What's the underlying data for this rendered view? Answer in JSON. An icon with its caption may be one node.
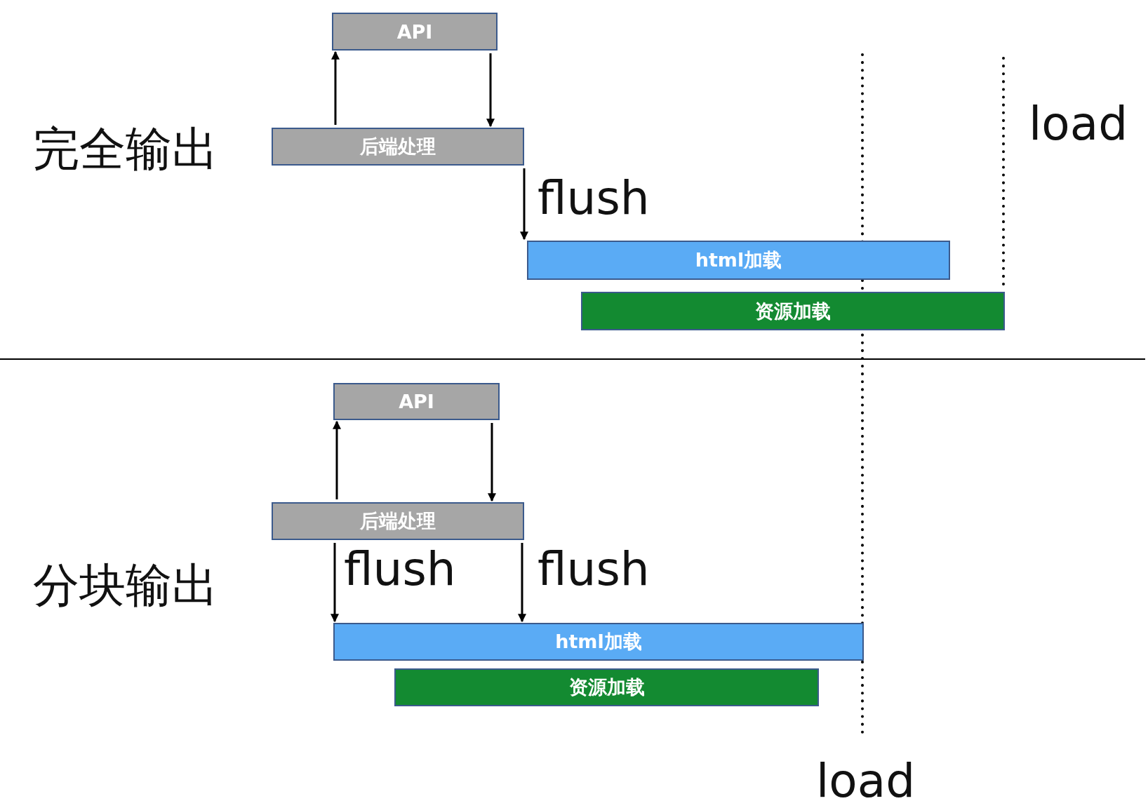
{
  "diagram": {
    "nodes": [
      {
        "text": [
          "API"
        ]
      },
      {
        "text": [
          "后端处理"
        ]
      },
      {
        "text": [
          "html加载"
        ]
      },
      {
        "text": [
          "资源加载"
        ]
      },
      {
        "text": [
          "API"
        ]
      },
      {
        "text": [
          "后端处理"
        ]
      },
      {
        "text": [
          "html加载"
        ]
      },
      {
        "text": [
          "资源加载"
        ]
      }
    ],
    "edges": [
      {
        "from": 1,
        "to": 0,
        "arrow": "to"
      },
      {
        "from": 0,
        "to": 1,
        "arrow": "to"
      },
      {
        "from": 1,
        "to": 2,
        "arrow": "to",
        "label": "flush"
      },
      {
        "from": 5,
        "to": 4,
        "arrow": "to"
      },
      {
        "from": 4,
        "to": 5,
        "arrow": "to"
      },
      {
        "from": 5,
        "to": 6,
        "arrow": "to",
        "label": "flush"
      },
      {
        "from": 5,
        "to": 6,
        "arrow": "to",
        "label": "flush"
      }
    ],
    "labels": [
      "完全输出",
      "load",
      "分块输出",
      "load"
    ]
  }
}
